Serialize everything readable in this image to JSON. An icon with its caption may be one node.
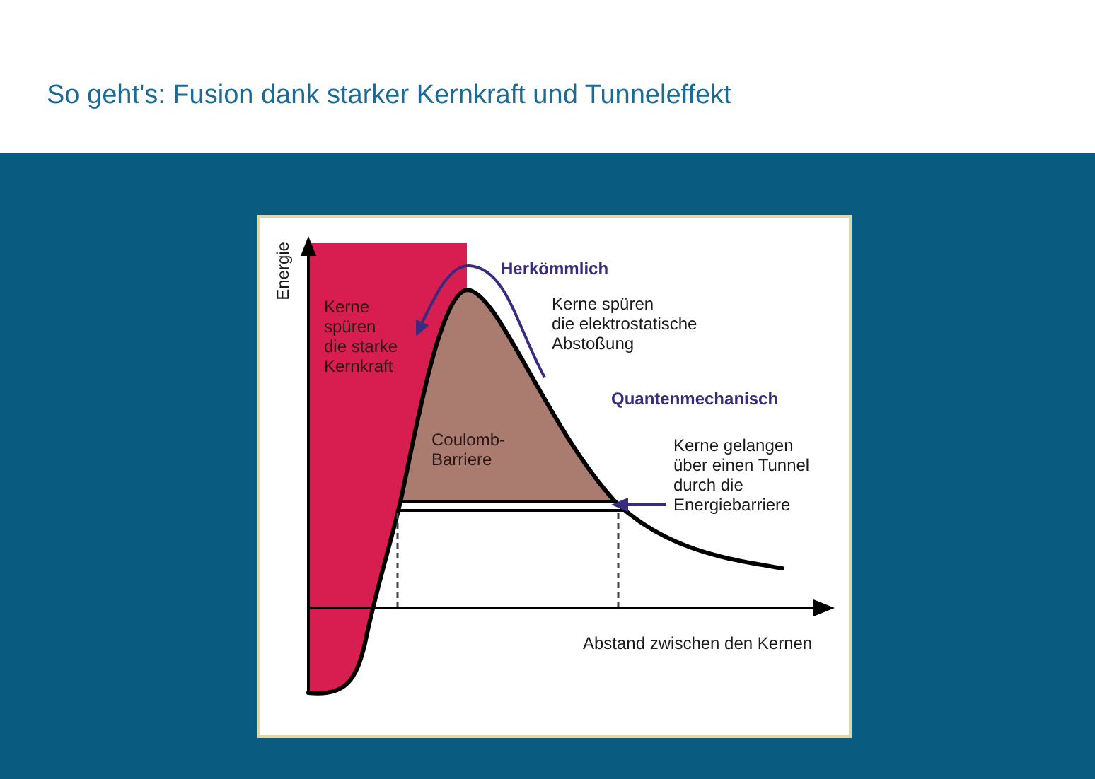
{
  "diagram": {
    "title": "So geht's: Fusion dank starker Kernkraft und Tunneleffekt",
    "nodes": [
      {
        "text": [
          "Kerne spüren die starke Kernkraft"
        ]
      },
      {
        "text": [
          "Coulomb-Barriere"
        ]
      }
    ],
    "labels": [
      "Energie",
      "Herkömmlich",
      "Kerne spüren die elektrostatische Abstoßung",
      "Quantenmechanisch",
      "Kerne gelangen über einen Tunnel durch die Energiebarriere",
      "Abstand zwischen den Kernen"
    ]
  }
}
